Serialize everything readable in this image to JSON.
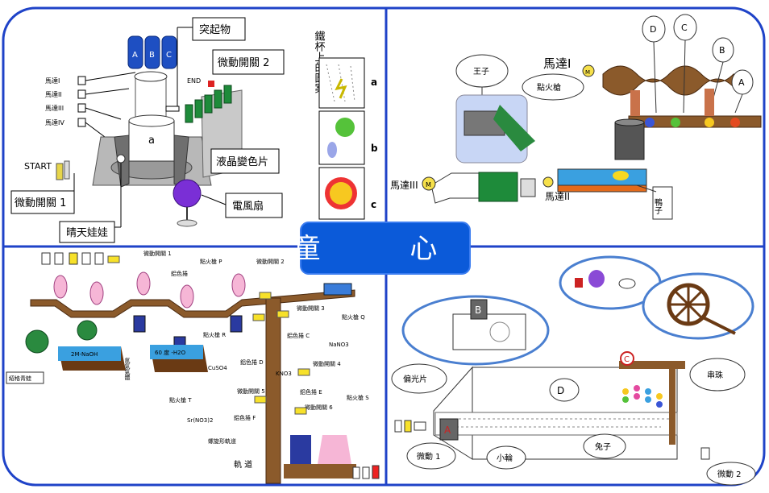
{
  "title": "童 心",
  "panel_top_left": {
    "motors": [
      "馬達I",
      "馬達II",
      "馬達III",
      "馬達IV"
    ],
    "start": "START",
    "end": "END",
    "protrusion": "突起物",
    "microswitch_2": "微動開關 2",
    "microswitch_1": "微動開關 1",
    "lcd_film": "液晶變色片",
    "fan": "電風扇",
    "doll": "晴天娃娃",
    "cup_letter": "a",
    "sidebar_title": "鐵杯上的圖案",
    "patterns": [
      "a",
      "b",
      "c"
    ],
    "can_letters": [
      "A",
      "B",
      "C"
    ]
  },
  "panel_top_right": {
    "prince": "王子",
    "motor_1": "馬達I",
    "igniter": "點火槍",
    "motor_2": "馬達II",
    "motor_3": "馬達III",
    "duck": "鴨子",
    "balloons": [
      "D",
      "C",
      "B",
      "A"
    ],
    "motor_mark": "M"
  },
  "panel_bottom_left": {
    "microswitches": [
      "微動開關 1",
      "微動開關 2",
      "微動開關 3",
      "微動開關 4",
      "微動開關 5",
      "微動開關 6"
    ],
    "igniters": [
      "點火槍 P",
      "點火槍 Q",
      "點火槍 R",
      "點火槍 S",
      "點火槍 T"
    ],
    "film": "鋁色捲",
    "films": [
      "鋁色捲 C",
      "鋁色捲 D",
      "鋁色捲 E",
      "鋁色捲 F"
    ],
    "beaker_1": "2M-NaOH",
    "beaker_2": "60 度 -H2O",
    "chemicals": [
      "CuSO4",
      "NaNO3",
      "KNO3",
      "Sr(NO3)2"
    ],
    "frog": "紹格青蛙",
    "gas": "氮氣氣體",
    "screw_track": "螺旋形軌道",
    "track": "軌 道"
  },
  "panel_bottom_right": {
    "polarizer": "偏光片",
    "beads": "串珠",
    "micro_1": "微動 1",
    "micro_2": "微動 2",
    "small_wheel": "小輪",
    "rabbit": "兔子",
    "letter_a": "A",
    "letter_b": "B",
    "letter_c": "C",
    "letter_d": "D"
  },
  "colors": {
    "border": "#1f43c8",
    "title_bg": "#0b5ad9",
    "wood": "#8b5a2b",
    "green": "#1e8b3a"
  }
}
